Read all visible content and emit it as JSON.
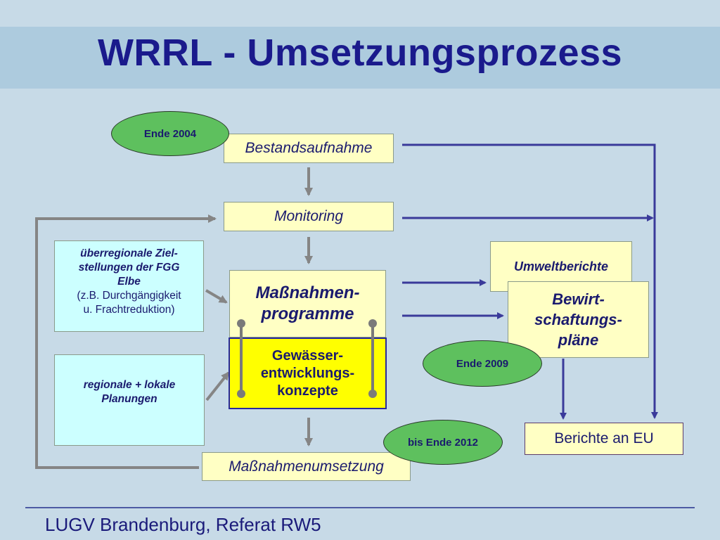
{
  "title": "WRRL - Umsetzungsprozess",
  "nodes": {
    "bestandsaufnahme": "Bestandsaufnahme",
    "monitoring": "Monitoring",
    "massnahmenprogramme_line1": "Maßnahmen-",
    "massnahmenprogramme_line2": "programme",
    "gewaesser_line1": "Gewässer-",
    "gewaesser_line2": "entwicklungs-",
    "gewaesser_line3": "konzepte",
    "massnahmenumsetzung": "Maßnahmenumsetzung",
    "umweltberichte": "Umweltberichte",
    "bewirt_line1": "Bewirt-",
    "bewirt_line2": "schaftungs-",
    "bewirt_line3": "pläne",
    "berichte_eu": "Berichte an EU"
  },
  "inputs": {
    "ueberregional_line1": "überregionale Ziel-",
    "ueberregional_line2": "stellungen der FGG",
    "ueberregional_line3": "Elbe",
    "ueberregional_line4": "(z.B. Durchgängigkeit",
    "ueberregional_line5": "u. Frachtreduktion)",
    "regional_line1": "regionale + lokale",
    "regional_line2": "Planungen"
  },
  "milestones": {
    "ende_2004": "Ende 2004",
    "ende_2009": "Ende 2009",
    "bis_ende_2012": "bis Ende 2012"
  },
  "colors": {
    "background": "#c7dae7",
    "title_band": "#adcbde",
    "title_text": "#1a1a8c",
    "box_fill": "#ffffc4",
    "highlight_fill": "#ffff00",
    "milestone_fill": "#5ec05e",
    "input_fill": "#ccffff",
    "arrow_blue": "#3a3a9a",
    "arrow_grey": "#858585"
  },
  "footer": "LUGV Brandenburg, Referat RW5"
}
